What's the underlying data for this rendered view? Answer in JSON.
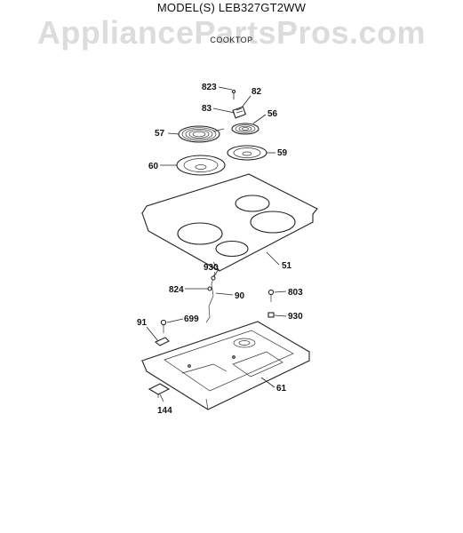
{
  "header": {
    "model_line": "MODEL(S) LEB327GT2WW",
    "watermark": "AppliancePartsPros.com",
    "section": "COOKTOP"
  },
  "parts": {
    "p823a": "823",
    "p82": "82",
    "p83": "83",
    "p56": "56",
    "p57": "57",
    "p59": "59",
    "p60": "60",
    "p51": "51",
    "p930a": "930",
    "p824": "824",
    "p90": "90",
    "p803": "803",
    "p930b": "930",
    "p91": "91",
    "p699": "699",
    "p61": "61",
    "p144": "144"
  }
}
